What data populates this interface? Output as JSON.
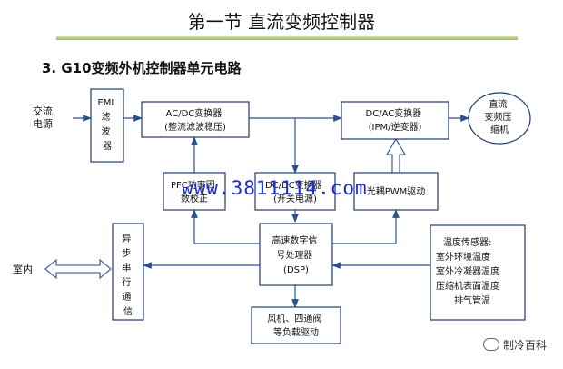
{
  "title": "第一节   直流变频控制器",
  "subtitle": "3.   G10变频外机控制器单元电路",
  "inputs": {
    "ac_source": [
      "交流",
      "电源"
    ],
    "indoor": "室内"
  },
  "blocks": {
    "emi": [
      "EMI",
      "滤",
      "波",
      "器"
    ],
    "acdc": [
      "AC/DC变换器",
      "(整流滤波稳压)"
    ],
    "dcac": [
      "DC/AC变换器",
      "(IPM/逆变器)"
    ],
    "compressor": [
      "直流",
      "变频压",
      "缩机"
    ],
    "pfc": [
      "PFC功率因",
      "数校正"
    ],
    "dcdc": [
      "DC/DC变换器",
      "(开关电源)"
    ],
    "pwm": [
      "光耦PWM驱动"
    ],
    "serial": [
      "异",
      "步",
      "串",
      "行",
      "通",
      "信"
    ],
    "dsp": [
      "高速数字信",
      "号处理器",
      "(DSP)"
    ],
    "sensors": [
      "温度传感器:",
      "室外环境温度",
      "室外冷凝器温度",
      "压缩机表面温度",
      "排气管温"
    ],
    "loads": [
      "风机、四通阀",
      "等负载驱动"
    ]
  },
  "watermark": "www.3811114.com",
  "logo": "制冷百科"
}
